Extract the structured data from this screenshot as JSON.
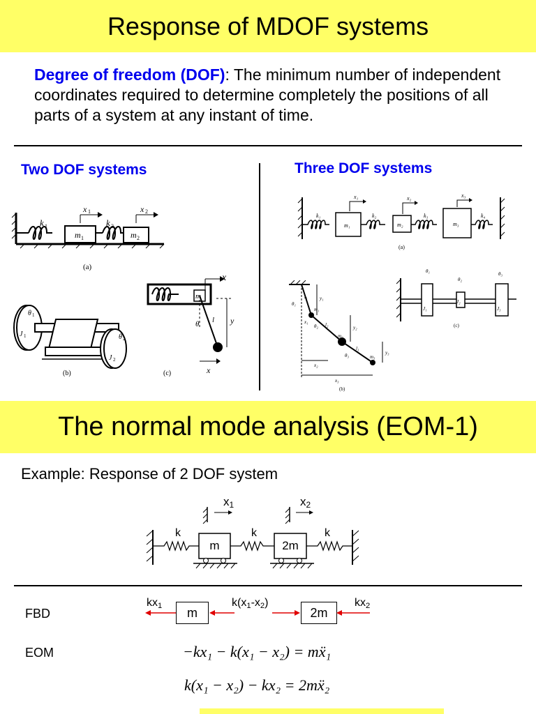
{
  "slide1": {
    "title": "Response of MDOF systems",
    "definition": {
      "term": "Degree of freedom (DOF)",
      "text": ": The minimum number of independent coordinates required to determine completely the positions of all parts of a system at any instant of time."
    },
    "left_heading": "Two DOF systems",
    "right_heading": "Three DOF systems",
    "figure_labels": {
      "two_a": "(a)",
      "two_b": "(b)",
      "two_c": "(c)",
      "three_a": "(a)",
      "three_b": "(b)",
      "three_c": "(c)"
    }
  },
  "slide2": {
    "title": "The normal mode analysis (EOM-1)",
    "example": "Example: Response of 2 DOF system",
    "diagram": {
      "x1": "x",
      "x1_sub": "1",
      "x2": "x",
      "x2_sub": "2",
      "k_left": "k",
      "k_mid": "k",
      "k_right": "k",
      "mass1": "m",
      "mass2": "2m"
    },
    "fbd": {
      "label": "FBD",
      "kx1": "kx",
      "kx1_sub": "1",
      "mid": "k(x",
      "mid_sub1": "1",
      "mid_dash": "-x",
      "mid_sub2": "2",
      "mid_close": ")",
      "kx2": "kx",
      "kx2_sub": "2",
      "mass1": "m",
      "mass2": "2m"
    },
    "eom": {
      "label": "EOM",
      "eq1": "−kx₁ − k(x₁ − x₂) = mẍ₁",
      "eq2": "k(x₁ − x₂) − kx₂ = 2mẍ₂"
    }
  },
  "colors": {
    "banner": "#ffff66",
    "heading_blue": "#0000ee",
    "arrow_red": "#e00000"
  }
}
